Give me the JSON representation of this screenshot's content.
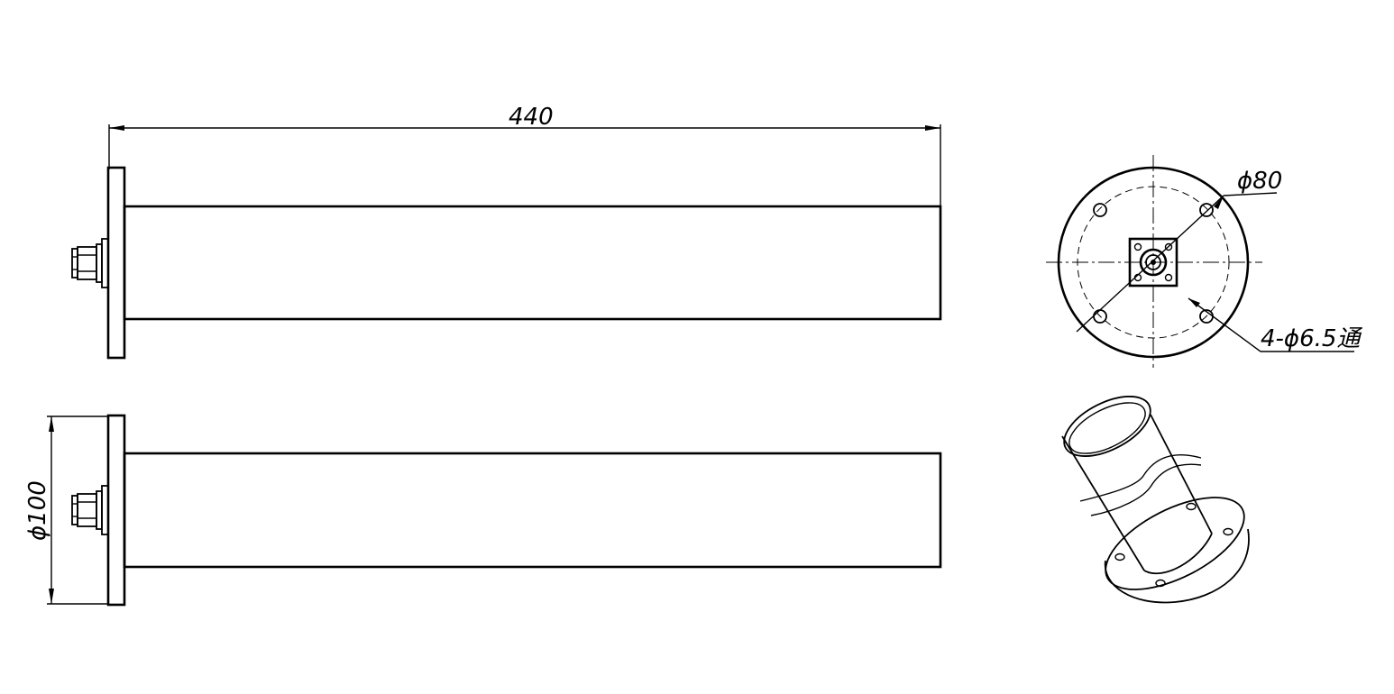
{
  "dimensions": {
    "length": "440",
    "diameter": "ϕ100",
    "bolt_circle": "ϕ80",
    "holes": "4-ϕ6.5通"
  },
  "views": {
    "top_side_view": "side-elevation",
    "bottom_side_view": "side-elevation",
    "end_view": "flange-end-view",
    "iso_view": "isometric-view"
  }
}
